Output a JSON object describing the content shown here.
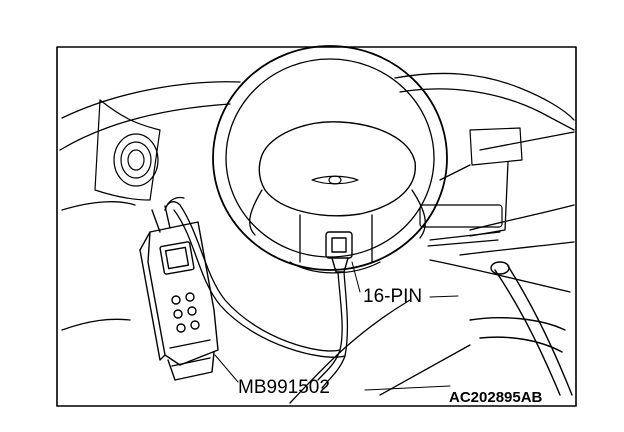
{
  "labels": {
    "connector": "16-PIN",
    "tool": "MB991502",
    "figure_code": "AC202895AB"
  },
  "colors": {
    "line": "#000000",
    "background": "#ffffff"
  },
  "icons": {
    "steering_wheel": "steering-wheel-illustration",
    "scan_tool": "handheld-scan-tool-illustration",
    "connector": "16-pin-diagnostic-connector-illustration"
  }
}
